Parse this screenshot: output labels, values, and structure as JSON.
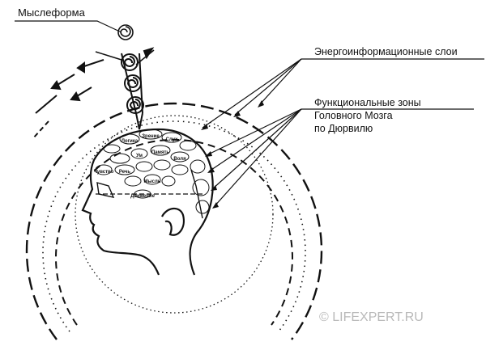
{
  "labels": {
    "thoughtform": "Мыслеформа",
    "layers": "Энергоинформационные слои",
    "zones_line1": "Функциональные зоны",
    "zones_line2": "Головного Мозга",
    "zones_line3": "по Дюрвилю"
  },
  "zone_words": [
    "Речь",
    "Логика",
    "Зрение",
    "Слух",
    "Память",
    "Воля",
    "Ум",
    "Мысль",
    "Чувство",
    "Движение"
  ],
  "watermark": "© LIFEXPERT.RU",
  "colors": {
    "ink": "#111111",
    "watermark": "#b9b9b9",
    "background": "#ffffff"
  }
}
